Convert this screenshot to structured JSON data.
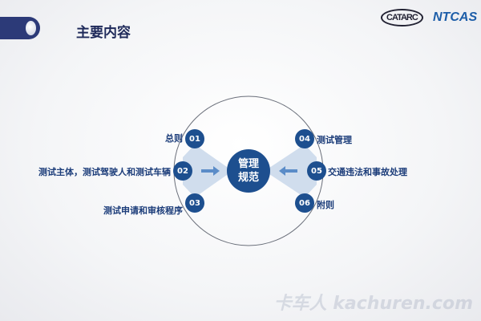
{
  "header": {
    "title": "主要内容",
    "logo_left": "CATARC",
    "logo_right": "NTCAS"
  },
  "center": {
    "line1": "管理",
    "line2": "规范"
  },
  "items": [
    {
      "num": "01",
      "label": "总则"
    },
    {
      "num": "02",
      "label": "测试主体，测试驾驶人和测试车辆"
    },
    {
      "num": "03",
      "label": "测试申请和审核程序"
    },
    {
      "num": "04",
      "label": "测试管理"
    },
    {
      "num": "05",
      "label": "交通违法和事故处理"
    },
    {
      "num": "06",
      "label": "附则"
    }
  ],
  "watermark": "卡车人 kachuren.com",
  "colors": {
    "primary": "#1d4f8f",
    "wing": "#c8d7ea",
    "title": "#1f2a5a"
  }
}
